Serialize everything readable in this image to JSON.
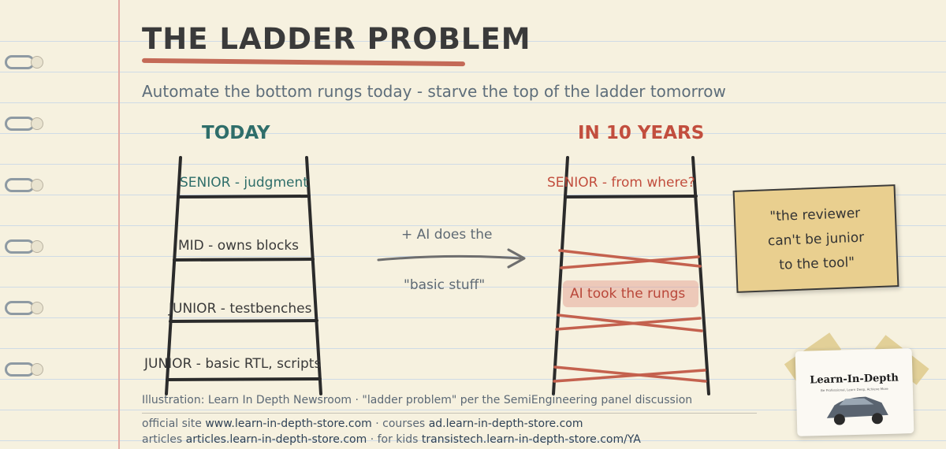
{
  "title": "THE LADDER PROBLEM",
  "subtitle": "Automate the bottom rungs today - starve the top of the ladder tomorrow",
  "today": {
    "heading": "TODAY",
    "rungs": [
      "SENIOR - judgment",
      "MID - owns blocks",
      "JUNIOR - testbenches",
      "JUNIOR - basic RTL, scripts"
    ]
  },
  "future": {
    "heading": "IN 10 YEARS",
    "senior": "SENIOR - from where?",
    "missing": "AI took the rungs"
  },
  "arrow": {
    "line1": "+ AI does the",
    "line2": "\"basic stuff\""
  },
  "quote": {
    "line1": "\"the reviewer",
    "line2": "can't be junior",
    "line3": "to the tool\""
  },
  "logo": {
    "title": "Learn-In-Depth",
    "tagline": "Be Professional, Learn Deep, Achieve More"
  },
  "footer": {
    "credit": "Illustration: Learn In Depth Newsroom · \"ladder problem\" per the SemiEngineering panel discussion",
    "official_label": "official site",
    "official_url": "www.learn-in-depth-store.com",
    "courses_label": " · courses",
    "courses_url": "ad.learn-in-depth-store.com",
    "articles_label": "articles",
    "articles_url": "articles.learn-in-depth-store.com",
    "kids_label": " · for kids",
    "kids_url": "transistech.learn-in-depth-store.com/YA"
  },
  "colors": {
    "accent_red": "#c4614e",
    "teal": "#2f6e6a",
    "ink": "#2b2b2b",
    "note_yellow": "#e9cf8f",
    "paper": "#f6f1df"
  },
  "icons": [
    "binder-ring-icon",
    "arrow-right-icon",
    "car-photo-icon"
  ]
}
